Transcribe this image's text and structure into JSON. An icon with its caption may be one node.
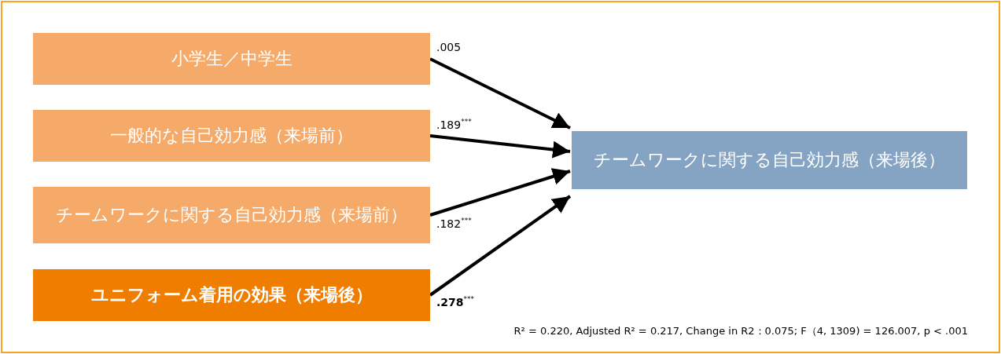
{
  "diagram": {
    "nodes": [
      {
        "text": [
          "小学生／中学生"
        ]
      },
      {
        "text": [
          "一般的な自己効力感（来場前）"
        ]
      },
      {
        "text": [
          "チームワークに関する自己効力感（来場前）"
        ]
      },
      {
        "text": [
          "ユニフォーム着用の効果（来場後）"
        ]
      },
      {
        "text": [
          "チームワークに関する自己効力感（来場後）"
        ]
      }
    ],
    "edges": [
      {
        "from": 0,
        "to": 4,
        "arrow": "to",
        "label": ".005"
      },
      {
        "from": 1,
        "to": 4,
        "arrow": "to",
        "label": ".189$^{***}$"
      },
      {
        "from": 2,
        "to": 4,
        "arrow": "to",
        "label": ".182$^{***}$"
      },
      {
        "from": 3,
        "to": 4,
        "arrow": "to",
        "label": "**.278**$^{***}$"
      }
    ],
    "labels": [
      "R² = 0.220, Adjusted R² = 0.217, Change in R2：0.075; F（4, 1309) = 126.007, p < .001"
    ]
  }
}
